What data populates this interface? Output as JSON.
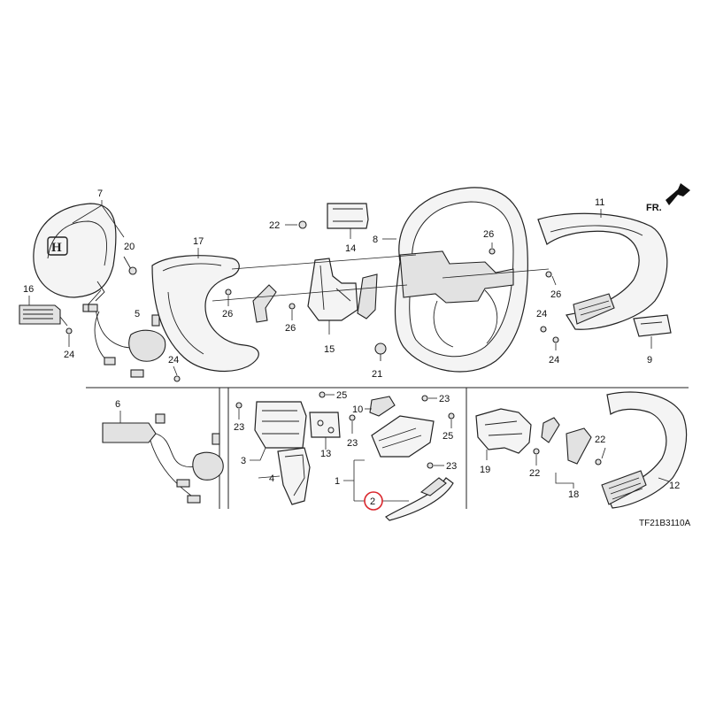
{
  "diagram": {
    "drawing_code": "TF21B3110A",
    "front_marker": "FR.",
    "highlight_color": "#d9262c",
    "highlighted_callout": "2",
    "callouts": {
      "c7": "7",
      "c20": "20",
      "c16": "16",
      "c5": "5",
      "c24a": "24",
      "c24b": "24",
      "c17": "17",
      "c26a": "26",
      "c26b": "26",
      "c22a": "22",
      "c14": "14",
      "c15": "15",
      "c8": "8",
      "c26c": "26",
      "c21": "21",
      "c11": "11",
      "c26d": "26",
      "c24c": "24",
      "c24d": "24",
      "c9": "9",
      "c6": "6",
      "c23a": "23",
      "c25a": "25",
      "c3": "3",
      "c4": "4",
      "c13": "13",
      "c10": "10",
      "c23b": "23",
      "c23c": "23",
      "c25b": "25",
      "c23d": "23",
      "c1": "1",
      "c2": "2",
      "c19": "19",
      "c22b": "22",
      "c18": "18",
      "c22c": "22",
      "c12": "12"
    }
  }
}
